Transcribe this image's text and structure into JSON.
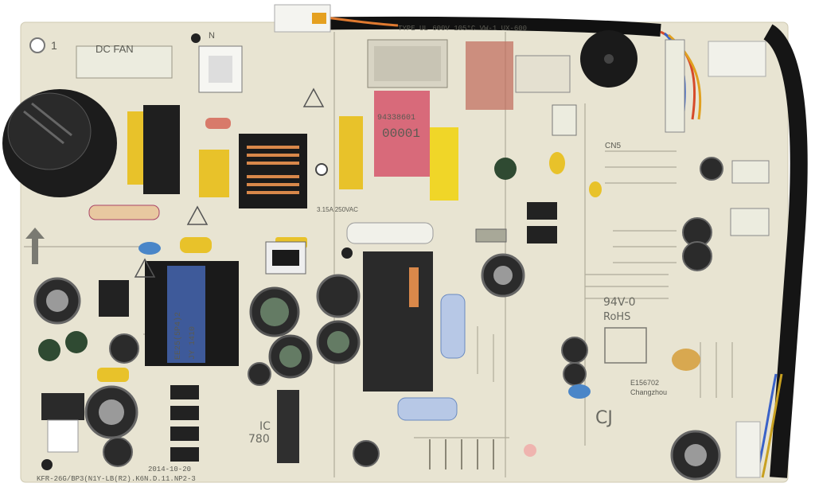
{
  "board": {
    "labels": {
      "dc_fan": "DC FAN",
      "neutral": "N",
      "cn5": "CN5",
      "board_rating": "94V-0",
      "rohs": "RoHS",
      "cert_mark": "CJ",
      "ic_ref": "IC",
      "ic_part": "780",
      "date_code": "2014-10-20",
      "model": "KFR-26G/BP3(N1Y-LB(R2).K6N.D.11.NP2-3",
      "corner_ref": "1",
      "wire_print": "TYPE UL 600V 105°C VW-1 UX-600",
      "transformer_print": "EE25(5P4)2",
      "transformer_sub": "JY 1410",
      "fuse_cap_code": "94338601",
      "fuse_cap_value": "00001",
      "fuse_rating": "3.15A 250VAC",
      "ul_mark": "E156702",
      "ul_sub": "Changzhou"
    },
    "colors": {
      "pcb": "#e8e4d2",
      "silkscreen": "#5a5a52",
      "capacitor_black": "#1c1c1c",
      "relay_blue": "#4a6fa8",
      "cap_yellow": "#e8c22a",
      "fuse_pink": "#d86a7a"
    }
  }
}
